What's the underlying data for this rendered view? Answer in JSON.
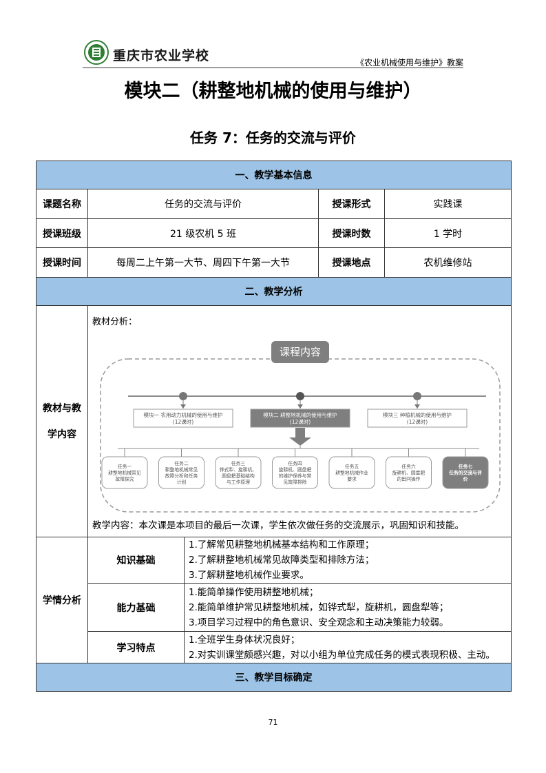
{
  "header": {
    "school_name": "重庆市农业学校",
    "course_name": "《农业机械使用与维护》教案"
  },
  "module_title": "模块二（耕整地机械的使用与维护）",
  "task_title": "任务 7：任务的交流与评价",
  "section1": {
    "title": "一、教学基本信息",
    "rows": [
      {
        "l1": "课题名称",
        "v1": "任务的交流与评价",
        "l2": "授课形式",
        "v2": "实践课"
      },
      {
        "l1": "授课班级",
        "v1": "21 级农机 5 班",
        "l2": "授课时数",
        "v2": "1 学时"
      },
      {
        "l1": "授课时间",
        "v1": "每周二上午第一大节、周四下午第一大节",
        "l2": "授课地点",
        "v2": "农机维修站"
      }
    ]
  },
  "section2": {
    "title": "二、教学分析",
    "material": {
      "label": "教材与教学内容",
      "label_line1": "教材与教",
      "label_line2": "学内容",
      "analysis_label": "教材分析：",
      "content": "教学内容：本次课是本项目的最后一次课，学生依次做任务的交流展示，巩固知识和技能。",
      "diagram": {
        "title": "课程内容",
        "modules": [
          {
            "line1": "模块一 农用动力机械的使用与维护",
            "line2": "(12课时)"
          },
          {
            "line1": "模块二 耕整地机械的使用与维护",
            "line2": "(12课时)"
          },
          {
            "line1": "模块三 种植机械的使用与维护",
            "line2": "(12课时)"
          }
        ],
        "tasks": [
          {
            "lines": [
              "任务一",
              "耕整地机械常见",
              "故障探究"
            ]
          },
          {
            "lines": [
              "任务二",
              "耕整地机械常见",
              "故障分析和任务",
              "计划"
            ]
          },
          {
            "lines": [
              "任务三",
              "铧式犁、旋耕机、",
              "圆盘耙基础结构",
              "与工作原理"
            ]
          },
          {
            "lines": [
              "任务四",
              "旋耕机、圆盘耙",
              "的维护保养与常",
              "见故障排除"
            ]
          },
          {
            "lines": [
              "任务五",
              "耕整地机械作业",
              "要求"
            ]
          },
          {
            "lines": [
              "任务六",
              "旋耕机、圆盘耙",
              "的田间操作"
            ]
          },
          {
            "lines": [
              "任务七",
              "任务的交流与评",
              "价"
            ]
          }
        ]
      }
    },
    "students": {
      "label": "学情分析",
      "groups": [
        {
          "label": "知识基础",
          "items": [
            "1.了解常见耕整地机械基本结构和工作原理；",
            "2.了解耕整地机械常见故障类型和排除方法；",
            "3.了解耕整地机械作业要求。"
          ]
        },
        {
          "label": "能力基础",
          "items": [
            "1.能简单操作使用耕整地机械；",
            "2.能简单维护常见耕整地机械，如铧式犁，旋耕机，圆盘犁等；",
            "3.项目学习过程中的角色意识、安全观念和主动决策能力较弱。"
          ]
        },
        {
          "label": "学习特点",
          "items": [
            "1.全班学生身体状况良好；",
            "2.对实训课堂颇感兴趣，对以小组为单位完成任务的模式表现积极、主动。"
          ]
        }
      ]
    }
  },
  "section3": {
    "title": "三、教学目标确定"
  },
  "page_number": "71",
  "colors": {
    "section_bg": "#9dc3e6",
    "diagram_gray": "#7f7f7f",
    "logo_green": "#2e7d32"
  }
}
